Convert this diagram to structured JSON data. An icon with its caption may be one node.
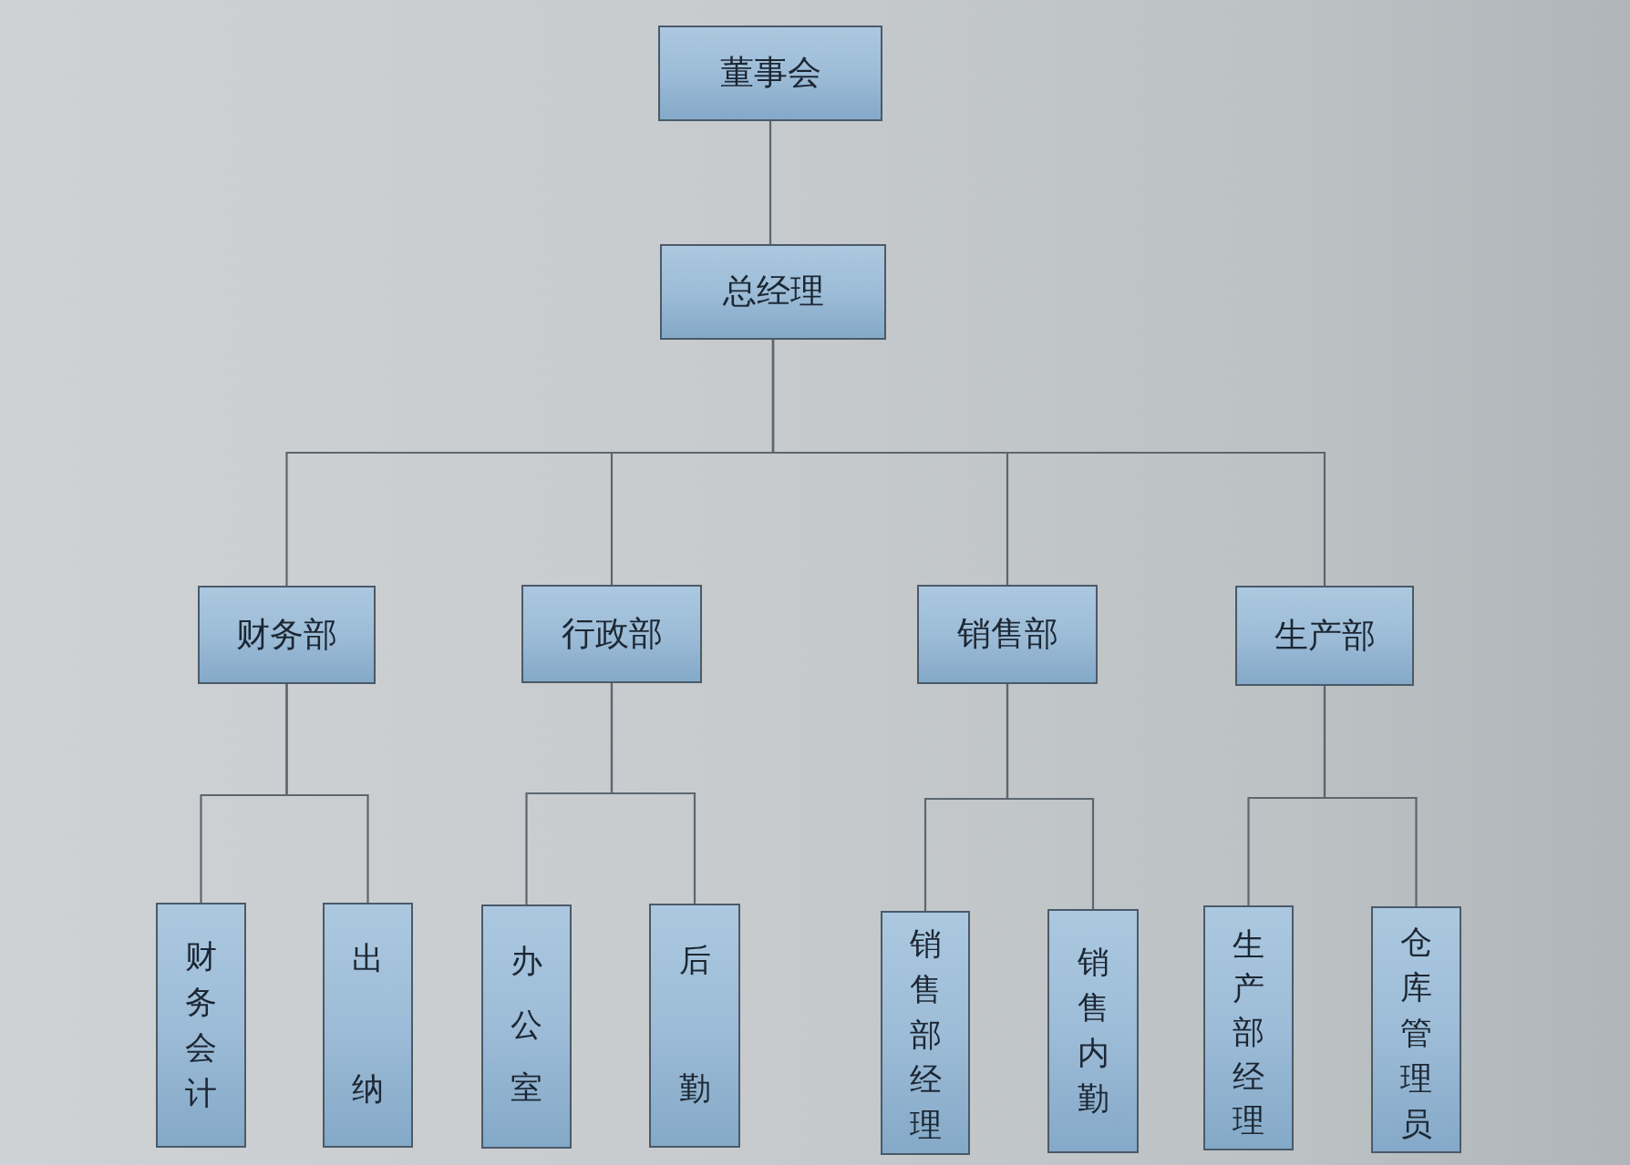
{
  "diagram": {
    "nodes": [
      {
        "text": [
          "董事会"
        ]
      },
      {
        "text": [
          "总经理"
        ]
      },
      {
        "text": [
          "财务部"
        ]
      },
      {
        "text": [
          "行政部"
        ]
      },
      {
        "text": [
          "销售部"
        ]
      },
      {
        "text": [
          "生产部"
        ]
      },
      {
        "text": [
          "财务会计"
        ]
      },
      {
        "text": [
          "出纳"
        ]
      },
      {
        "text": [
          "办公室"
        ]
      },
      {
        "text": [
          "后勤"
        ]
      },
      {
        "text": [
          "销售部经理"
        ]
      },
      {
        "text": [
          "销售内勤"
        ]
      },
      {
        "text": [
          "生产部经理"
        ]
      },
      {
        "text": [
          "仓库管理员"
        ]
      }
    ],
    "edges": [
      {
        "from": 0,
        "to": 1,
        "arrow": "none"
      },
      {
        "from": 1,
        "to": 2,
        "arrow": "none"
      },
      {
        "from": 1,
        "to": 3,
        "arrow": "none"
      },
      {
        "from": 1,
        "to": 4,
        "arrow": "none"
      },
      {
        "from": 1,
        "to": 5,
        "arrow": "none"
      },
      {
        "from": 2,
        "to": 6,
        "arrow": "none"
      },
      {
        "from": 2,
        "to": 7,
        "arrow": "none"
      },
      {
        "from": 3,
        "to": 8,
        "arrow": "none"
      },
      {
        "from": 3,
        "to": 9,
        "arrow": "none"
      },
      {
        "from": 4,
        "to": 10,
        "arrow": "none"
      },
      {
        "from": 4,
        "to": 11,
        "arrow": "none"
      },
      {
        "from": 5,
        "to": 12,
        "arrow": "none"
      },
      {
        "from": 5,
        "to": 13,
        "arrow": "none"
      }
    ]
  }
}
